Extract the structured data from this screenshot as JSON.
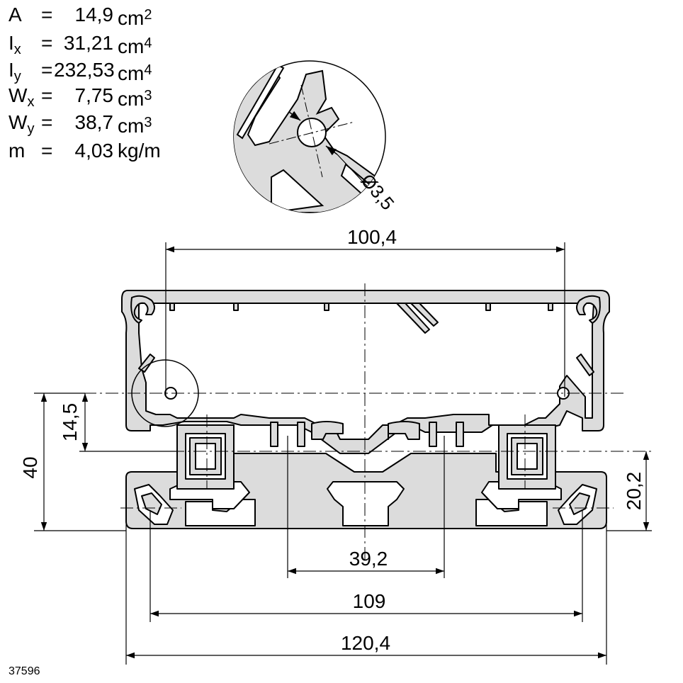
{
  "properties": [
    {
      "sym": "A",
      "sub": "",
      "eq": "=",
      "value": "14,9",
      "unit": "cm",
      "exp": "2"
    },
    {
      "sym": "I",
      "sub": "x",
      "eq": "=",
      "value": "31,21",
      "unit": "cm",
      "exp": "4"
    },
    {
      "sym": "I",
      "sub": "y",
      "eq": "=",
      "value": "232,53",
      "unit": "cm",
      "exp": "4"
    },
    {
      "sym": "W",
      "sub": "x",
      "eq": "=",
      "value": "7,75",
      "unit": "cm",
      "exp": "3"
    },
    {
      "sym": "W",
      "sub": "y",
      "eq": "=",
      "value": "38,7",
      "unit": "cm",
      "exp": "3"
    },
    {
      "sym": "m",
      "sub": "",
      "eq": "=",
      "value": "4,03",
      "unit": "kg/m",
      "exp": ""
    }
  ],
  "dimensions": {
    "top_width": "100,4",
    "hole_diameter": "Ø3,5",
    "height_total": "40",
    "height_axis": "14,5",
    "height_lower": "20,2",
    "slot_spacing": "39,2",
    "inner_width": "109",
    "overall_width": "120,4"
  },
  "drawing_number": "37596",
  "colors": {
    "profile_fill": "#dcdcdc",
    "line": "#000000"
  }
}
